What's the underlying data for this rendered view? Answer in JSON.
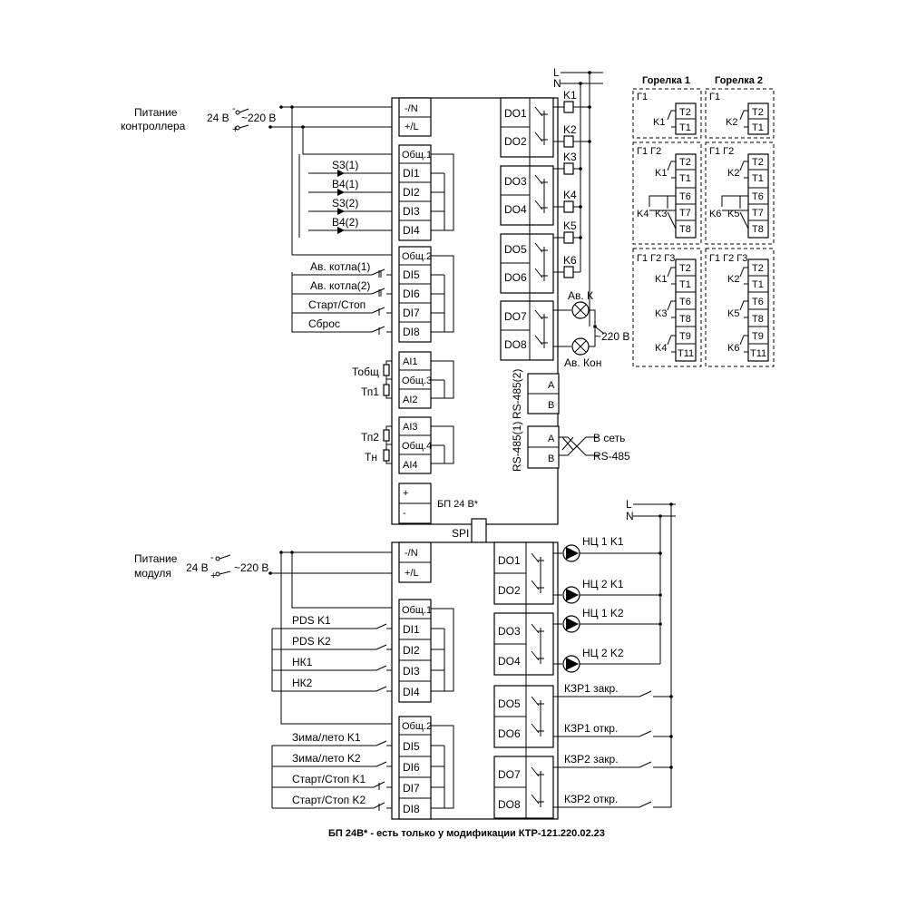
{
  "controller": {
    "power_label": [
      "Питание",
      "контроллера"
    ],
    "power_voltage": "24 В",
    "power_alt": "~220 В",
    "terminals_power": [
      "-/N",
      "+/L"
    ],
    "di_common1": "Общ.1",
    "di_group1": [
      "DI1",
      "DI2",
      "DI3",
      "DI4"
    ],
    "di_common2": "Общ.2",
    "di_group2": [
      "DI5",
      "DI6",
      "DI7",
      "DI8"
    ],
    "di_inputs1": [
      "S3(1)",
      "B4(1)",
      "S3(2)",
      "B4(2)"
    ],
    "di_inputs2": [
      "Ав. котла(1)",
      "Ав. котла(2)",
      "Старт/Стоп",
      "Сброс"
    ],
    "ai_group1": [
      "AI1",
      "Общ.3",
      "AI2"
    ],
    "ai_sensors1": [
      "Тобщ",
      "Тп1"
    ],
    "ai_group2": [
      "AI3",
      "Общ.4",
      "AI4"
    ],
    "ai_sensors2": [
      "Тп2",
      "Тн"
    ],
    "bp_terminals": [
      "+",
      "-"
    ],
    "bp_label": "БП 24 В*",
    "outputs": [
      "DO1",
      "DO2",
      "DO3",
      "DO4",
      "DO5",
      "DO6",
      "DO7",
      "DO8"
    ],
    "relays": [
      "K1",
      "K2",
      "K3",
      "K4",
      "K5",
      "K6"
    ],
    "alarm_boiler": "Ав. К",
    "alarm_controller": "Ав. Кон",
    "lamp_voltage": "~220 В",
    "rs485_2": "RS-485(2)",
    "rs485_1": "RS-485(1)",
    "rs_terms": [
      "A",
      "B"
    ],
    "network": [
      "В сеть",
      "RS-485"
    ],
    "spi": "SPI",
    "lines": [
      "L",
      "N"
    ]
  },
  "burners": {
    "titles": [
      "Горелка 1",
      "Горелка 2"
    ],
    "stage_labels": [
      "Г1",
      "Г1 Г2",
      "Г1 Г2 Г3"
    ],
    "b1_relays": [
      "K1",
      "K4",
      "K3"
    ],
    "b2_relays": [
      "K2",
      "K6",
      "K5"
    ],
    "b1_relays_stage3": [
      "K1",
      "K3",
      "K4"
    ],
    "b2_relays_stage3": [
      "K2",
      "K5",
      "K6"
    ],
    "terms_stage1": [
      "T2",
      "T1"
    ],
    "terms_stage2": [
      "T2",
      "T1",
      "T6",
      "T7",
      "T8"
    ],
    "terms_stage3": [
      "T2",
      "T1",
      "T6",
      "T8",
      "T9",
      "T11"
    ]
  },
  "module": {
    "power_label": [
      "Питание",
      "модуля"
    ],
    "power_voltage": "24 В",
    "power_alt": "~220 В",
    "terminals_power": [
      "-/N",
      "+/L"
    ],
    "di_common1": "Общ.1",
    "di_group1": [
      "DI1",
      "DI2",
      "DI3",
      "DI4"
    ],
    "di_common2": "Общ.2",
    "di_group2": [
      "DI5",
      "DI6",
      "DI7",
      "DI8"
    ],
    "di_inputs1": [
      "PDS K1",
      "PDS K2",
      "НК1",
      "НК2"
    ],
    "di_inputs2": [
      "Зима/лето K1",
      "Зима/лето K2",
      "Старт/Стоп K1",
      "Старт/Стоп K2"
    ],
    "outputs": [
      "DO1",
      "DO2",
      "DO3",
      "DO4",
      "DO5",
      "DO6",
      "DO7",
      "DO8"
    ],
    "pumps": [
      "НЦ 1 K1",
      "НЦ 2 K1",
      "НЦ 1 K2",
      "НЦ 2 K2"
    ],
    "valves": [
      "КЗР1 закр.",
      "КЗР1 откр.",
      "КЗР2 закр.",
      "КЗР2 откр."
    ],
    "lines": [
      "L",
      "N"
    ]
  },
  "footnote": "БП 24В* - есть только у модификации КТР-121.220.02.23"
}
